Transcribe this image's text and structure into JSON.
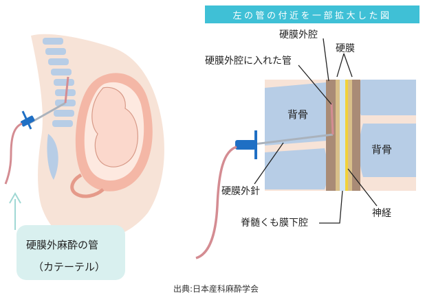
{
  "banner": {
    "text": "左の管の付近を一部拡大した図"
  },
  "labels": {
    "epidural_space": "硬膜外腔",
    "dura": "硬膜",
    "tube_in_space": "硬膜外腔に入れた管",
    "vertebra_left": "背骨",
    "vertebra_right": "背骨",
    "epidural_needle": "硬膜外針",
    "nerve": "神経",
    "subarachnoid": "脊髄くも膜下腔"
  },
  "callout": {
    "line1": "硬膜外麻酔の管",
    "line2": "（カテーテル）"
  },
  "source": "出典:日本産科麻酔学会",
  "colors": {
    "banner": "#3fc0d6",
    "skin": "#f7e3d7",
    "uterus": "#f4b7a6",
    "spine": "#b7cde6",
    "catheter": "#d48c92",
    "needle_hub": "#1f6fc4",
    "dura": "#d9c08a",
    "nerve": "#f2d23a",
    "epidural_tissue": "#a98b76",
    "callout_bg": "#d9f0ef"
  }
}
